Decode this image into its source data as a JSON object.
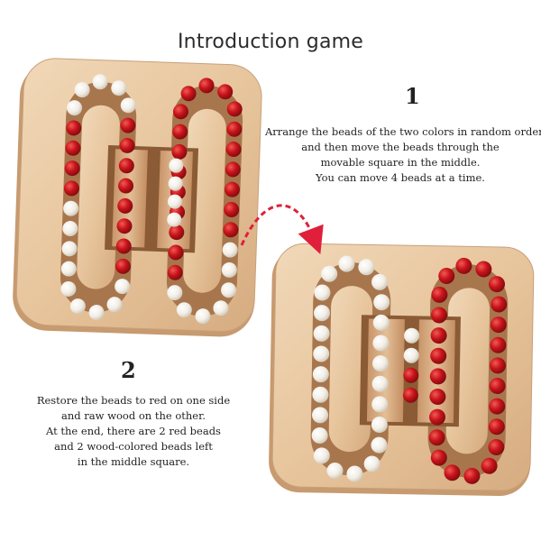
{
  "title": "Introduction game",
  "steps": [
    {
      "number": "1",
      "lines": [
        "Arrange the beads of the two colors in random order,",
        "and then move the beads through the",
        "movable square in the middle.",
        "You can move 4 beads at a time."
      ]
    },
    {
      "number": "2",
      "lines": [
        "Restore the beads to red on one side",
        "and raw wood on the other.",
        "At the end, there are 2 red beads",
        "and 2 wood-colored beads left",
        "in the middle square."
      ]
    }
  ],
  "colors": {
    "wood": "#e9c9a3",
    "wood_dark": "#cfa57c",
    "groove": "#a8764d",
    "bead_red": "#c8141b",
    "bead_white": "#f7f4ee",
    "arrow": "#e0203a"
  }
}
